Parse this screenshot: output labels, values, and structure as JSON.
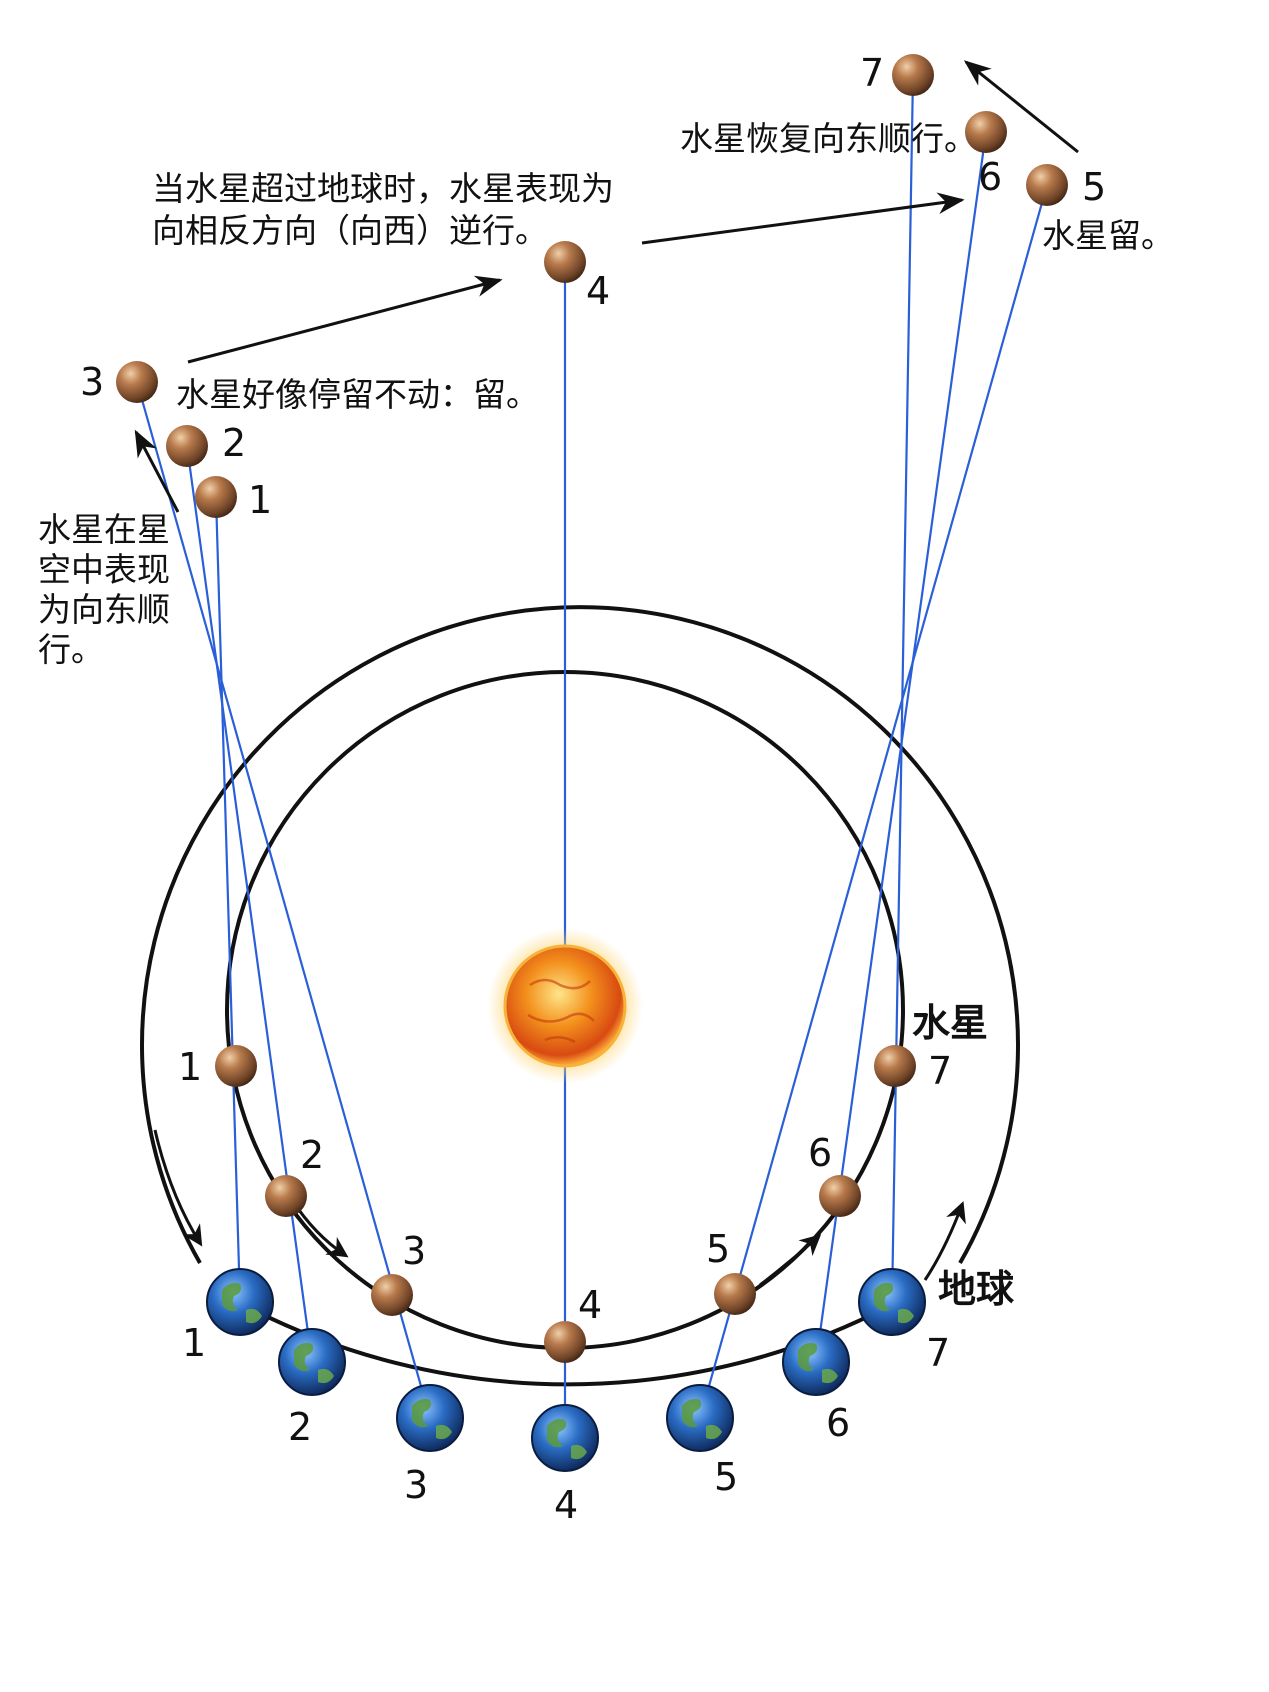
{
  "labels": {
    "mercury": "水星",
    "earth": "地球",
    "note_prograde_left": [
      "水星在星",
      "空中表现",
      "为向东顺",
      "行。"
    ],
    "note_stationary_1": "水星好像停留不动：留。",
    "note_retrograde": [
      "当水星超过地球时，水星表现为",
      "向相反方向（向西）逆行。"
    ],
    "note_resume": "水星恢复向东顺行。",
    "note_stationary_2": "水星留。"
  },
  "positions": [
    "1",
    "2",
    "3",
    "4",
    "5",
    "6",
    "7"
  ],
  "colors": {
    "sight_line": "#2a5fd8",
    "orbit": "#111111",
    "mercury": "#8a5a3a",
    "sun": "#f08a1a",
    "earth_ocean": "#1d5fb0",
    "earth_land": "#5a9a3a"
  },
  "icons": {
    "sun": "sun-icon",
    "mercury": "mercury-planet-icon",
    "earth": "earth-planet-icon"
  }
}
